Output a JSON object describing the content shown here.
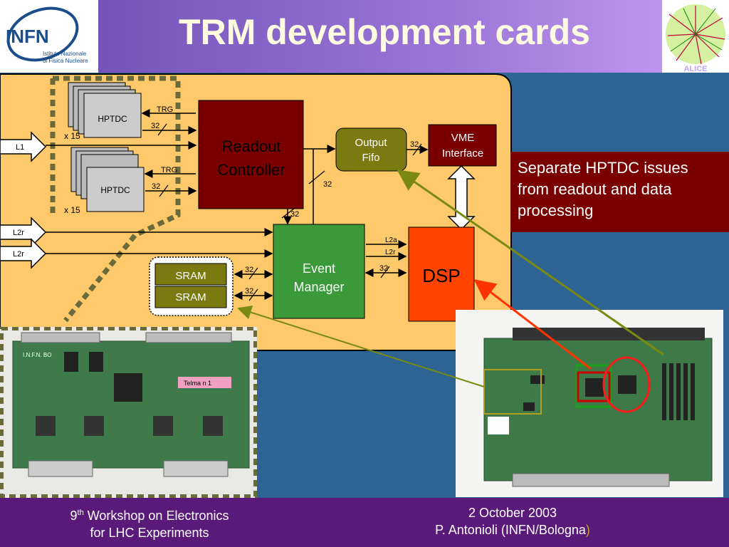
{
  "header": {
    "title": "TRM development cards",
    "logo_text_main": "INFN",
    "logo_text_sub1": "Istituto Nazionale",
    "logo_text_sub2": "di Fisica Nucleare",
    "right_logo_text": "ALICE"
  },
  "diagram": {
    "hptdc_top": "HPTDC",
    "hptdc_bottom": "HPTDC",
    "x15_top": "x 15",
    "x15_bottom": "x 15",
    "trg_top": "TRG",
    "trg_bottom": "TRG",
    "bus32_a": "32",
    "bus32_b": "32",
    "bus32_c": "32",
    "bus32_d": "32",
    "bus32_e": "32",
    "bus32_f": "32",
    "bus32_g": "32",
    "bus32_h": "32",
    "input_l1": "L1",
    "input_l2r_1": "L2r",
    "input_l2r_2": "L2r",
    "readout_line1": "Readout",
    "readout_line2": "Controller",
    "output_fifo_line1": "Output",
    "output_fifo_line2": "Fifo",
    "vme_line1": "VME",
    "vme_line2": "Interface",
    "event_line1": "Event",
    "event_line2": "Manager",
    "dsp": "DSP",
    "sram1": "SRAM",
    "sram2": "SRAM",
    "l2a": "L2a",
    "l2r": "L2r"
  },
  "callout": {
    "text": "Separate HPTDC issues from readout and data processing"
  },
  "footer": {
    "left_line1_pre": "9",
    "left_line1_sup": "th",
    "left_line1_post": " Workshop on Electronics",
    "left_line2": "for LHC Experiments",
    "right_line1": "2 October 2003",
    "right_line2": "P. Antonioli (INFN/Bologna",
    "right_line2_end": ")"
  },
  "colors": {
    "background": "#2e6494",
    "board_panel": "#fdc96a",
    "readout": "#7a0000",
    "output_fifo": "#7a7a10",
    "vme": "#7a0000",
    "event_manager": "#3a9a3a",
    "dsp": "#ff4400",
    "sram": "#7a7a10",
    "dashed_border": "#6a6a3a",
    "callout": "#7a0000",
    "footer": "#5a1a7a"
  },
  "photo_left": {
    "board_label": "I.N.F.N. BO",
    "sticker": "Telma  n  1"
  }
}
